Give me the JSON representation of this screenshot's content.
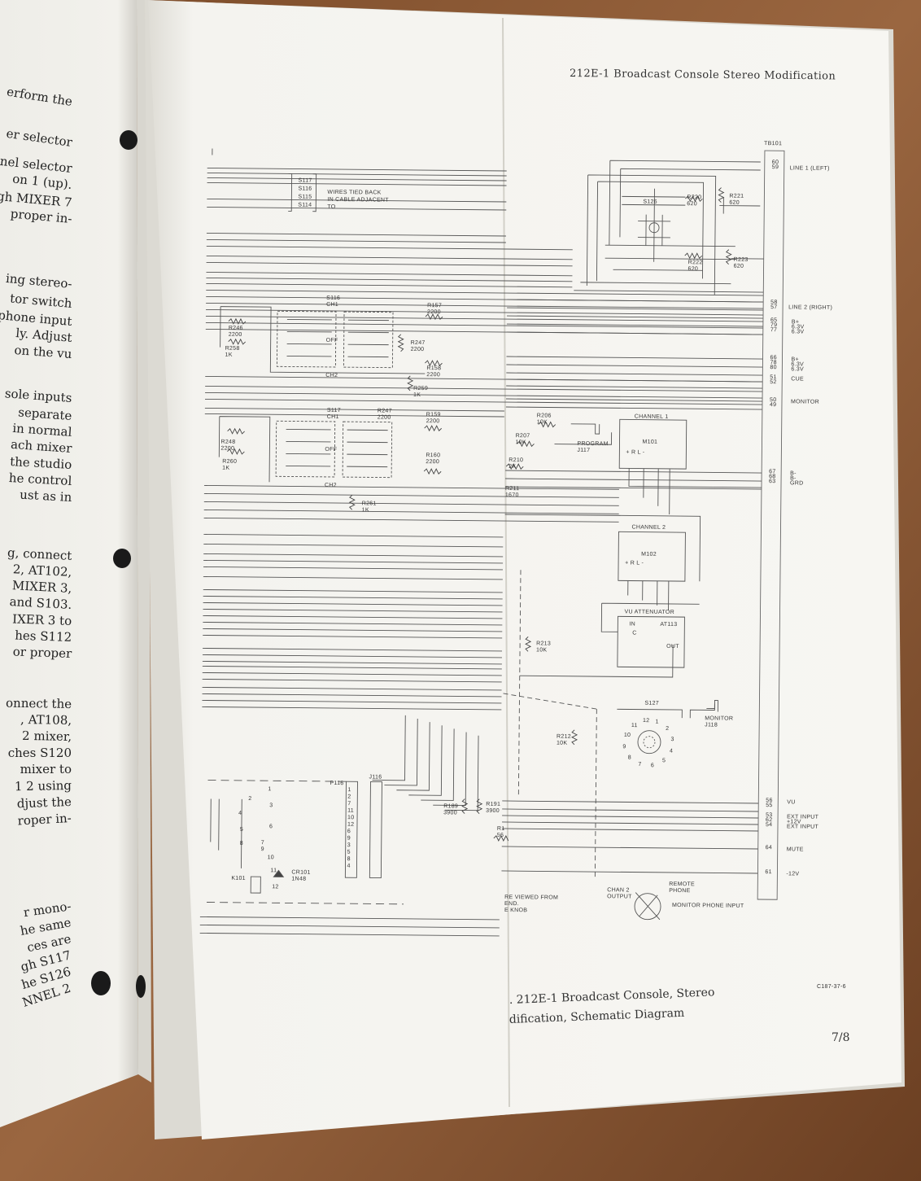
{
  "header": {
    "title": "212E-1 Broadcast Console Stereo Modification"
  },
  "left_page_lines": [
    "erform the",
    "er selector",
    "nel selector",
    "on 1 (up).",
    "gh MIXER 7",
    "proper in-",
    "ing stereo-",
    "tor switch",
    "phone input",
    "ly. Adjust",
    "on the vu",
    "sole inputs",
    "separate",
    "in normal",
    "ach mixer",
    "the studio",
    "he control",
    "ust as in",
    "g, connect",
    "2, AT102,",
    "MIXER 3,",
    "and S103.",
    "IXER 3 to",
    "hes S112",
    "or proper",
    "onnect the",
    ", AT108,",
    "2 mixer,",
    "ches S120",
    "mixer to",
    "1 2 using",
    "djust the",
    "roper in-",
    "r mono-",
    "he same",
    "ces are",
    "gh S117",
    "he S126",
    "NNEL 2"
  ],
  "schematic": {
    "wires_tied_note": [
      "WIRES TIED BACK",
      "IN CABLE ADJACENT",
      "TO"
    ],
    "tied_switches": [
      "S117",
      "S116",
      "S115",
      "S114"
    ],
    "terminal_board": "TB101",
    "line_left": "LINE 1 (LEFT)",
    "line_right": "LINE 2 (RIGHT)",
    "switch_s126": "S126",
    "r220": [
      "R220",
      "620"
    ],
    "r221": [
      "R221",
      "620"
    ],
    "r222": [
      "R222",
      "620"
    ],
    "r223": [
      "R223",
      "620"
    ],
    "s116": [
      "S116",
      "CH1"
    ],
    "s117": [
      "S117",
      "CH1"
    ],
    "off_label": "OFF",
    "ch2_label": "CH2",
    "r246": [
      "R246",
      "2200"
    ],
    "r258": [
      "R258",
      "1K"
    ],
    "r248": [
      "R248",
      "2200"
    ],
    "r260": [
      "R260",
      "1K"
    ],
    "r157": [
      "R157",
      "2200"
    ],
    "r247a": [
      "R247",
      "2200"
    ],
    "r247b": [
      "R247",
      "2200"
    ],
    "r158": [
      "R158",
      "2200"
    ],
    "r259": [
      "R259",
      "1K"
    ],
    "r159": [
      "R159",
      "2200"
    ],
    "r160": [
      "R160",
      "2200"
    ],
    "r261": [
      "R261",
      "1K"
    ],
    "r206": [
      "R206",
      "10K"
    ],
    "r207": [
      "R207",
      "10K"
    ],
    "r210": [
      "R210",
      "2K"
    ],
    "r211": [
      "R211",
      "1670"
    ],
    "program": [
      "PROGRAM",
      "J117"
    ],
    "channel1": "CHANNEL 1",
    "m101": "M101",
    "channel2": "CHANNEL 2",
    "m102": "M102",
    "meter_terms": "+  R  L  -",
    "vu_attenuator": "VU ATTENUATOR",
    "at113": "AT113",
    "att_in": "IN",
    "att_c": "C",
    "att_out": "OUT",
    "r213": [
      "R213",
      "10K"
    ],
    "s127": "S127",
    "monitor_jack": [
      "MONITOR",
      "J118"
    ],
    "r212": [
      "R212",
      "10K"
    ],
    "p116": "P116",
    "j116": "J116",
    "k101": "K101",
    "cr101": [
      "CR101",
      "1N48"
    ],
    "r189": [
      "R189",
      "3900"
    ],
    "r191": [
      "R191",
      "3900"
    ],
    "r_cut": [
      "R1",
      "56"
    ],
    "viewed_note": [
      "RE VIEWED FROM",
      "END.",
      "E KNOB"
    ],
    "chan2_output": [
      "CHAN 2",
      "OUTPUT"
    ],
    "remote_phone": [
      "REMOTE",
      "PHONE"
    ],
    "monitor_phone_input": "MONITOR PHONE INPUT",
    "terminals": [
      {
        "pins": [
          "60",
          "59"
        ],
        "label": "LINE 1 (LEFT)"
      },
      {
        "pins": [
          "58",
          "57"
        ],
        "label": "LINE 2 (RIGHT)"
      },
      {
        "pins": [
          "65",
          "79",
          "77"
        ],
        "label": [
          "B+",
          "6.3V",
          "6.3V"
        ]
      },
      {
        "pins": [
          "66",
          "78",
          "80"
        ],
        "label": [
          "B+",
          "6.3V",
          "6.3V"
        ]
      },
      {
        "pins": [
          "51",
          "52"
        ],
        "label": "CUE"
      },
      {
        "pins": [
          "50",
          "49"
        ],
        "label": "MONITOR"
      },
      {
        "pins": [
          "67",
          "68",
          "63"
        ],
        "label": [
          "B-",
          "B-",
          "GRD"
        ]
      },
      {
        "pins": [
          "56",
          "55"
        ],
        "label": "VU"
      },
      {
        "pins": [
          "53",
          "62",
          "54"
        ],
        "label": [
          "EXT INPUT",
          "+12V",
          "EXT INPUT"
        ]
      },
      {
        "pins": [
          "64"
        ],
        "label": "MUTE"
      },
      {
        "pins": [
          "61"
        ],
        "label": "-12V"
      }
    ],
    "p116_pins": [
      "1",
      "2",
      "7",
      "11",
      "10",
      "12",
      "6",
      "9",
      "3",
      "5",
      "8",
      "4"
    ],
    "k101_contacts": [
      "1",
      "2",
      "3",
      "4",
      "5",
      "6",
      "7",
      "8",
      "9",
      "10",
      "11",
      "12"
    ],
    "s127_positions": [
      "12",
      "1",
      "2",
      "3",
      "4",
      "5",
      "6",
      "7",
      "8",
      "9",
      "10",
      "11"
    ]
  },
  "caption": {
    "line1": ". 212E-1 Broadcast Console, Stereo",
    "line2": "dification, Schematic Diagram"
  },
  "drawing_code": "C187-37-6",
  "page_number": "7/8"
}
